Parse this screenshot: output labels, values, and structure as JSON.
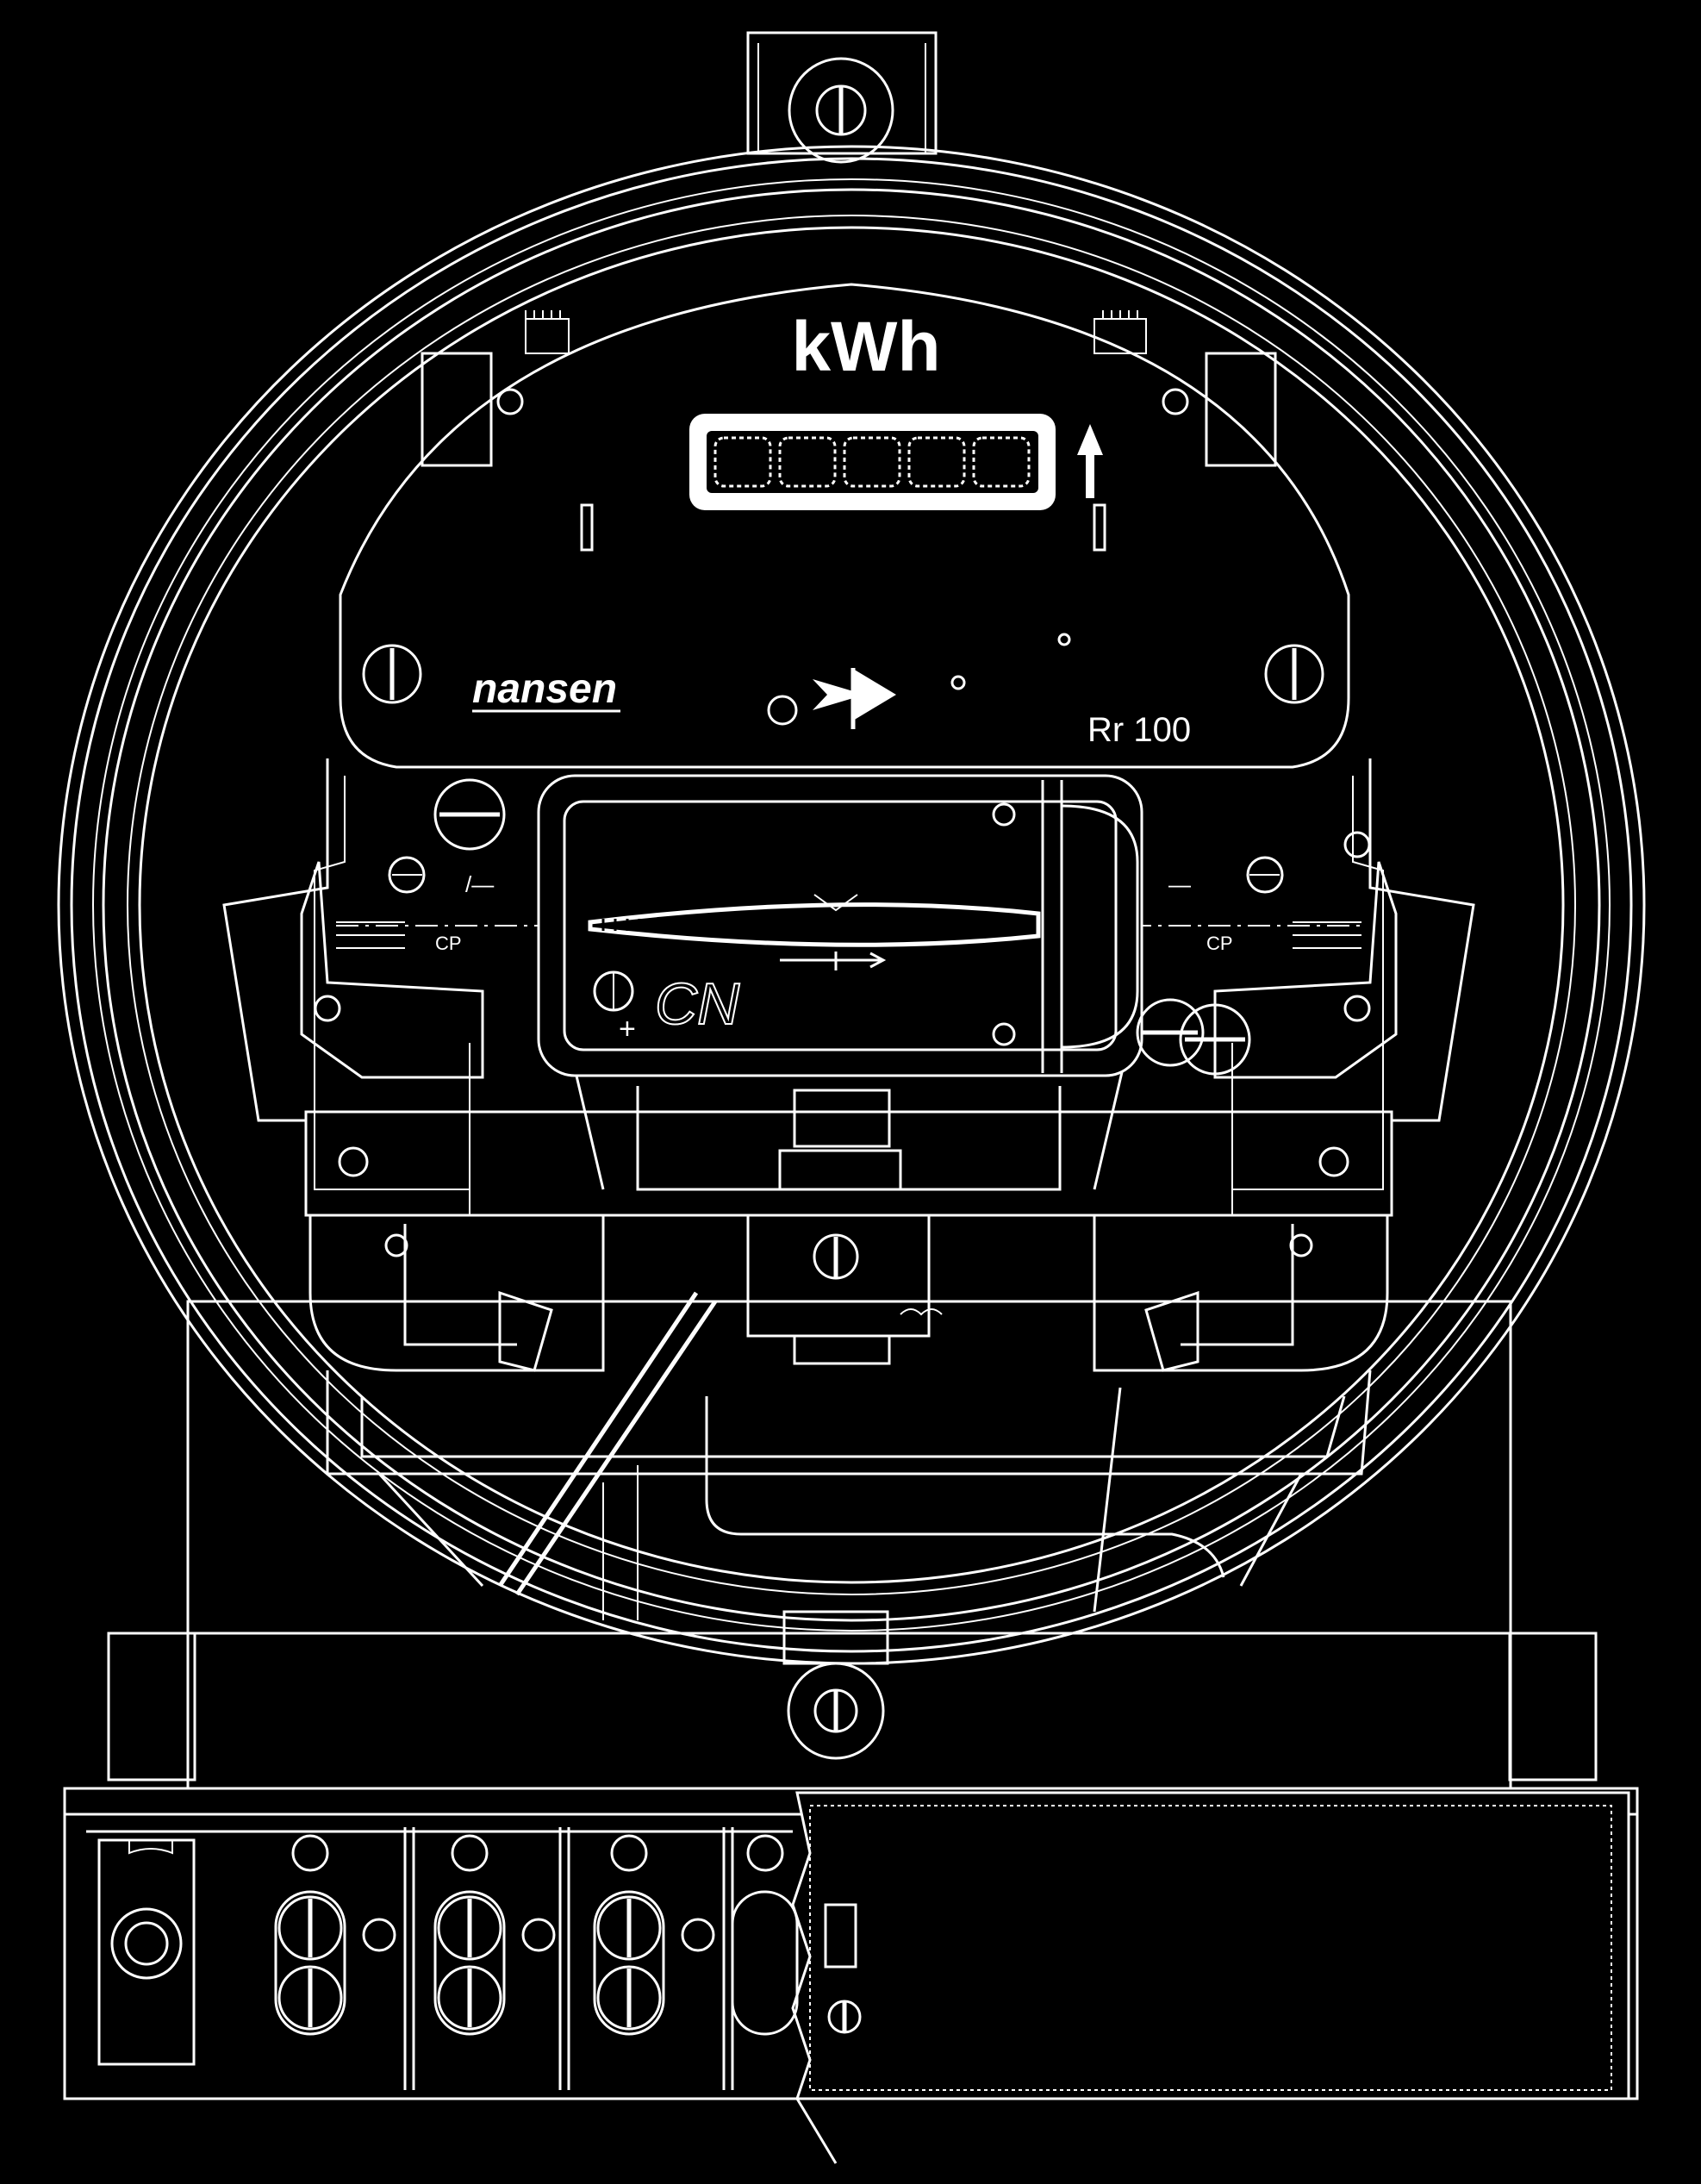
{
  "meter": {
    "unit_label": "kWh",
    "brand": "nansen",
    "constant": "Rr 100",
    "cp_left": "CP",
    "cp_right": "CP",
    "minus_left": "/—",
    "minus_right": "—",
    "disc_mark": "CN",
    "plus_mark": "+",
    "register_digits": 5,
    "direction_arrow": "arrow-up-icon"
  },
  "colors": {
    "background": "#000000",
    "line": "#ffffff"
  }
}
